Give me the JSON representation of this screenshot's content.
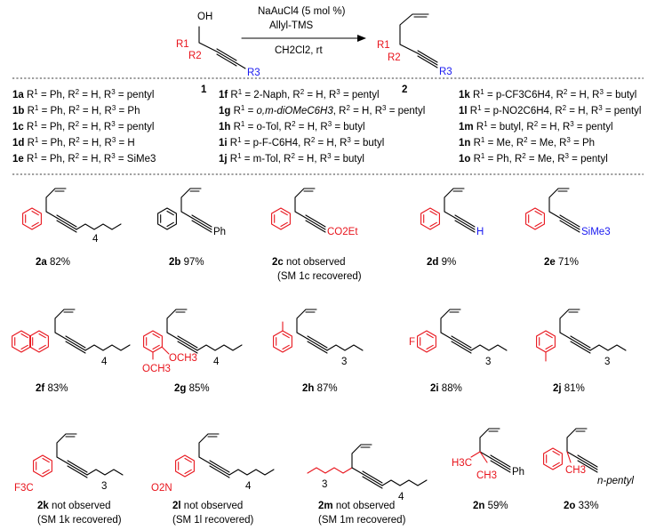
{
  "scheme": {
    "reagents": {
      "catalyst": "NaAuCl4 (5 mol %)",
      "reagent": "Allyl-TMS",
      "conditions": "CH2Cl2, rt"
    },
    "substrate_label": "1",
    "product_label": "2",
    "atoms": {
      "oh": "OH",
      "r1": "R1",
      "r2": "R2",
      "r3": "R3",
      "r3_product": "R3"
    }
  },
  "substrates_table": [
    {
      "id": "1a",
      "r1": "Ph",
      "r2": "H",
      "r3": "pentyl"
    },
    {
      "id": "1b",
      "r1": "Ph",
      "r2": "H",
      "r3": "Ph"
    },
    {
      "id": "1c",
      "r1": "Ph",
      "r2": "H",
      "r3": "pentyl"
    },
    {
      "id": "1d",
      "r1": "Ph",
      "r2": "H",
      "r3": "H"
    },
    {
      "id": "1e",
      "r1": "Ph",
      "r2": "H",
      "r3": "SiMe3"
    },
    {
      "id": "1f",
      "r1": "2-Naph",
      "r2": "H",
      "r3": "pentyl"
    },
    {
      "id": "1g",
      "r1": "o,m-diOMeC6H3",
      "r2": "H",
      "r3": "pentyl"
    },
    {
      "id": "1h",
      "r1": "o-Tol",
      "r2": "H",
      "r3": "butyl"
    },
    {
      "id": "1i",
      "r1": "p-F-C6H4",
      "r2": "H",
      "r3": "butyl"
    },
    {
      "id": "1j",
      "r1": "m-Tol",
      "r2": "H",
      "r3": "butyl"
    },
    {
      "id": "1k",
      "r1": "p-CF3C6H4",
      "r2": "H",
      "r3": "butyl"
    },
    {
      "id": "1l",
      "r1": "p-NO2C6H4",
      "r2": "H",
      "r3": "pentyl"
    },
    {
      "id": "1m",
      "r1": "butyl",
      "r2": "H",
      "r3": "pentyl"
    },
    {
      "id": "1n",
      "r1": "Me",
      "r2": "Me",
      "r3": "Ph"
    },
    {
      "id": "1o",
      "r1": "Ph",
      "r2": "Me",
      "r3": "pentyl"
    }
  ],
  "products": [
    {
      "id": "2a",
      "result": "82%"
    },
    {
      "id": "2b",
      "result": "97%"
    },
    {
      "id": "2c",
      "result": "not observed",
      "note": "(SM 1c recovered)"
    },
    {
      "id": "2d",
      "result": "9%"
    },
    {
      "id": "2e",
      "result": "71%"
    },
    {
      "id": "2f",
      "result": "83%"
    },
    {
      "id": "2g",
      "result": "85%"
    },
    {
      "id": "2h",
      "result": "87%"
    },
    {
      "id": "2i",
      "result": "88%"
    },
    {
      "id": "2j",
      "result": "81%"
    },
    {
      "id": "2k",
      "result": "not observed",
      "note": "(SM 1k recovered)"
    },
    {
      "id": "2l",
      "result": "not observed",
      "note": "(SM 1l recovered)"
    },
    {
      "id": "2m",
      "result": "not observed",
      "note": "(SM 1m recovered)"
    },
    {
      "id": "2n",
      "result": "59%"
    },
    {
      "id": "2o",
      "result": "33%"
    }
  ],
  "structure_labels": {
    "ph": "Ph",
    "co2et": "CO2Et",
    "h": "H",
    "sime3": "SiMe3",
    "och3": "OCH3",
    "f": "F",
    "f3c": "F3C",
    "o2n": "O2N",
    "h3c": "H3C",
    "ch3": "CH3",
    "n_pentyl": "n-pentyl",
    "n4": "4",
    "n3": "3"
  },
  "colors": {
    "highlight_red": "#e8141c",
    "highlight_blue": "#1a1af0"
  }
}
